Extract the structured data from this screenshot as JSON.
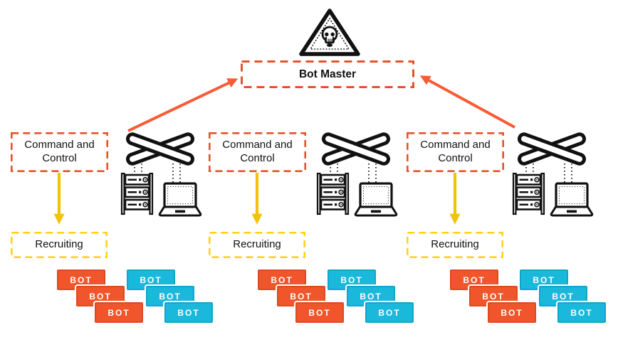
{
  "diagram_type": "botnet-architecture",
  "colors": {
    "red_orange": "#e8502a",
    "red_orange_arrow": "#f95b36",
    "yellow_border": "#ffd21e",
    "yellow_arrow": "#f2c30d",
    "bot_orange": "#f0552b",
    "bot_orange_border": "#dd4a22",
    "bot_cyan": "#1ab9dc",
    "bot_cyan_border": "#0fa6c8",
    "line_black": "#111111"
  },
  "bot_master": {
    "label": "Bot Master"
  },
  "hazard": {
    "icon": "skull-warning-triangle"
  },
  "groups": [
    {
      "command_label": "Command and Control",
      "recruiting_label": "Recruiting",
      "bots_orange": [
        "BOT",
        "BOT",
        "BOT"
      ],
      "bots_cyan": [
        "BOT",
        "BOT",
        "BOT"
      ]
    },
    {
      "command_label": "Command and Control",
      "recruiting_label": "Recruiting",
      "bots_orange": [
        "BOT",
        "BOT",
        "BOT"
      ],
      "bots_cyan": [
        "BOT",
        "BOT",
        "BOT"
      ]
    },
    {
      "command_label": "Command and Control",
      "recruiting_label": "Recruiting",
      "bots_orange": [
        "BOT",
        "BOT",
        "BOT"
      ],
      "bots_cyan": [
        "BOT",
        "BOT",
        "BOT"
      ]
    }
  ]
}
